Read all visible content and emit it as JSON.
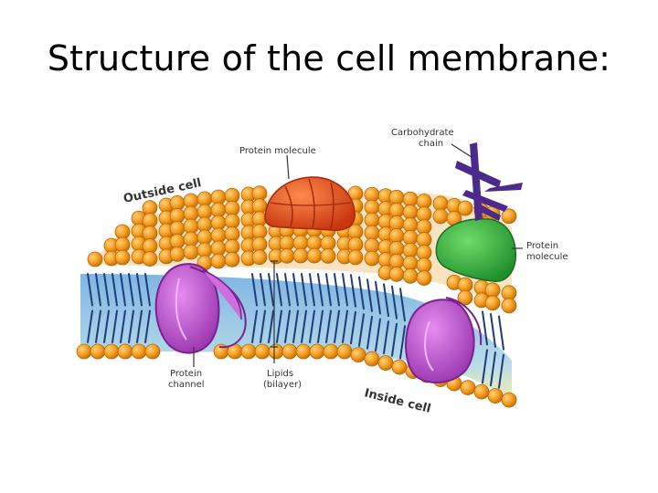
{
  "title": "Structure of the cell membrane:",
  "labels": {
    "outside": "Outside cell",
    "inside": "Inside cell",
    "protein_molecule_top": "Protein molecule",
    "carbohydrate_line1": "Carbohydrate",
    "carbohydrate_line2": "chain",
    "protein_molecule_right_line1": "Protein",
    "protein_molecule_right_line2": "molecule",
    "protein_channel_line1": "Protein",
    "protein_channel_line2": "channel",
    "lipids_line1": "Lipids",
    "lipids_line2": "(bilayer)"
  },
  "colors": {
    "phospholipid_head": "#f29a1c",
    "head_outline": "#b9670a",
    "interior_blue": "#8fc3e8",
    "interior_yellow": "#f4f0a8",
    "tail": "#1f3b7a",
    "protein_channel": "#c45ad0",
    "protein_top": "#e85a1e",
    "protein_right": "#2fae3c",
    "carbohydrate": "#4b2a8c"
  }
}
